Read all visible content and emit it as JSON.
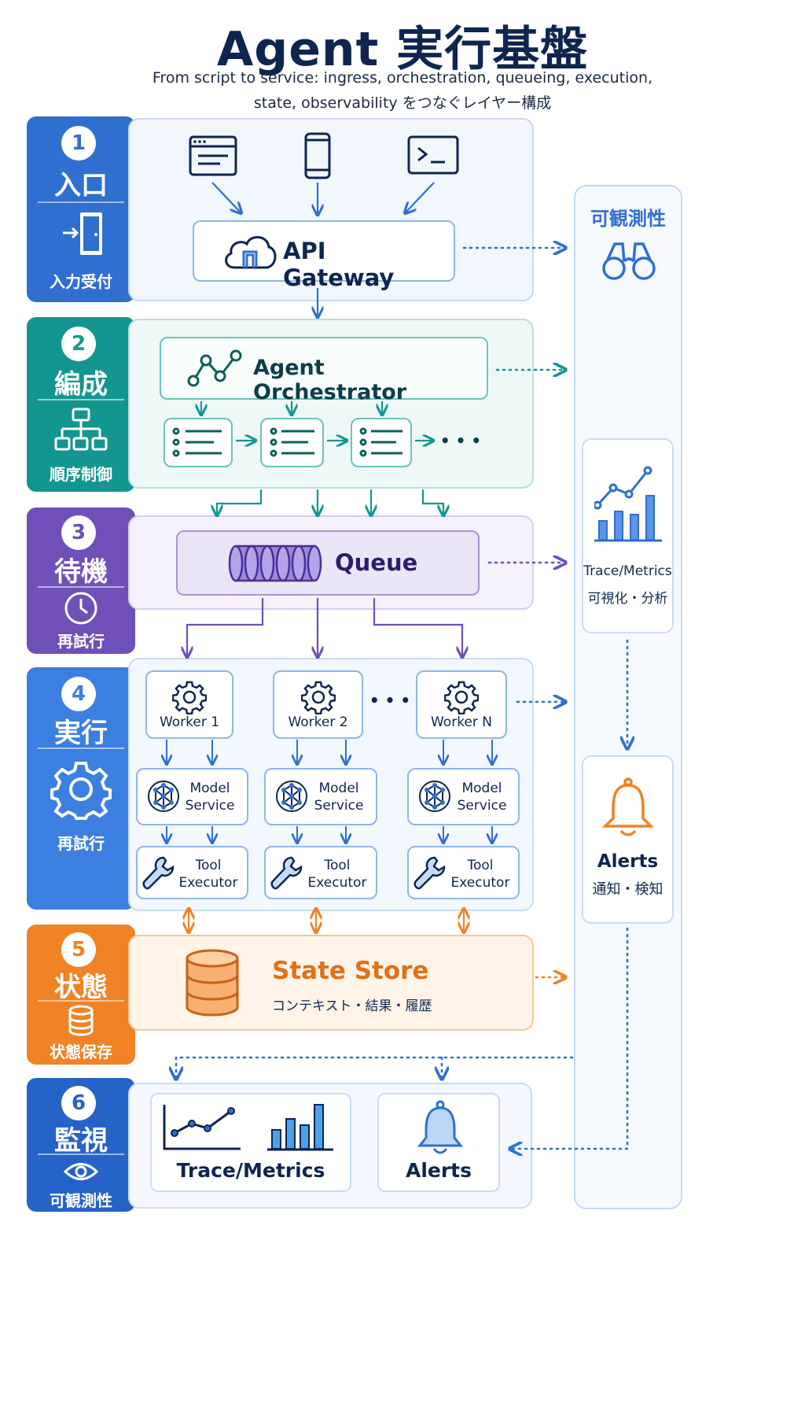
{
  "title": "Agent 実行基盤",
  "subtitle_line1": "From script to service: ingress, orchestration, queueing, execution,",
  "subtitle_line2": "state, observability をつなぐレイヤー構成",
  "layers": [
    {
      "num": "1",
      "label": "入口",
      "sub": "入力受付",
      "color": "#2f6fd0"
    },
    {
      "num": "2",
      "label": "編成",
      "sub": "順序制御",
      "color": "#13968f"
    },
    {
      "num": "3",
      "label": "待機",
      "sub": "再試行",
      "color": "#6f4fb8"
    },
    {
      "num": "4",
      "label": "実行",
      "sub": "再試行",
      "color": "#3b7fe0"
    },
    {
      "num": "5",
      "label": "状態",
      "sub": "状態保存",
      "color": "#ef8325"
    },
    {
      "num": "6",
      "label": "監視",
      "sub": "可観測性",
      "color": "#2563c9"
    }
  ],
  "gateway": "API Gateway",
  "orchestrator": "Agent Orchestrator",
  "queue": "Queue",
  "workers": [
    "Worker 1",
    "Worker 2",
    "Worker N"
  ],
  "model_l1": "Model",
  "model_l2": "Service",
  "tool_l1": "Tool",
  "tool_l2": "Executor",
  "state_title": "State Store",
  "state_sub": "コンテキスト・結果・履歴",
  "obs_title": "可観測性",
  "obs_trace": "Trace/Metrics",
  "obs_trace_sub": "可視化・分析",
  "obs_alerts": "Alerts",
  "obs_alerts_sub": "通知・検知",
  "mon_trace": "Trace/Metrics",
  "mon_alerts": "Alerts",
  "ellipsis": "• • •",
  "colors": {
    "blue": "#2f6fd0",
    "teal": "#13968f",
    "purple": "#6f4fb8",
    "orange": "#ef8325",
    "navy": "#0e2550"
  }
}
